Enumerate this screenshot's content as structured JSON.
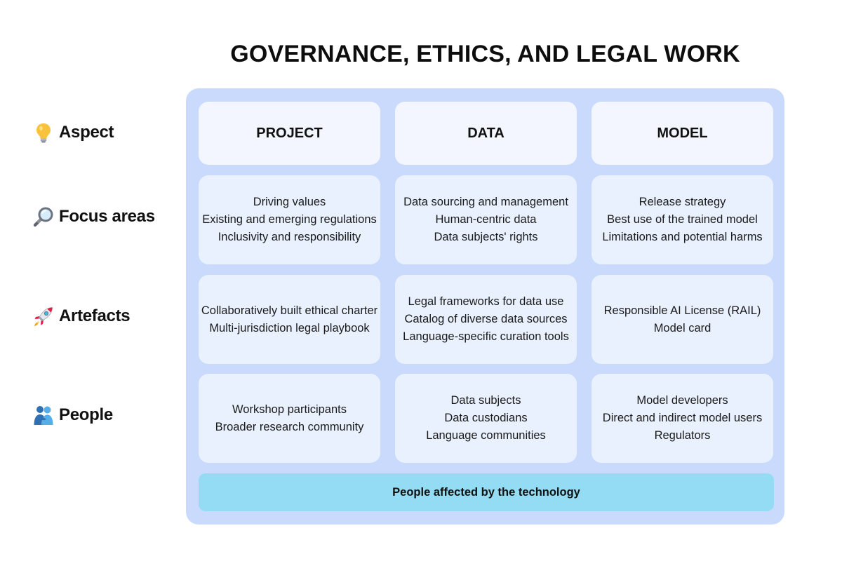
{
  "title": "GOVERNANCE, ETHICS, AND LEGAL WORK",
  "rows": [
    {
      "label": "Aspect",
      "icon": "lightbulb-icon"
    },
    {
      "label": "Focus areas",
      "icon": "magnifying-glass-icon"
    },
    {
      "label": "Artefacts",
      "icon": "rocket-icon"
    },
    {
      "label": "People",
      "icon": "people-hugging-icon"
    }
  ],
  "columns": [
    "PROJECT",
    "DATA",
    "MODEL"
  ],
  "focus_areas": {
    "project": [
      "Driving values",
      "Existing and emerging regulations",
      "Inclusivity and responsibility"
    ],
    "data": [
      "Data sourcing and management",
      "Human-centric data",
      "Data subjects' rights"
    ],
    "model": [
      "Release strategy",
      "Best use of the trained model",
      "Limitations and potential harms"
    ]
  },
  "artefacts": {
    "project": [
      "Collaboratively built ethical charter",
      "Multi-jurisdiction legal playbook"
    ],
    "data": [
      "Legal frameworks for data use",
      "Catalog of diverse data sources",
      "Language-specific curation tools"
    ],
    "model": [
      "Responsible AI License (RAIL)",
      "Model card"
    ]
  },
  "people": {
    "project": [
      "Workshop participants",
      "Broader research community"
    ],
    "data": [
      "Data subjects",
      "Data custodians",
      "Language communities"
    ],
    "model": [
      "Model developers",
      "Direct and indirect model users",
      "Regulators"
    ]
  },
  "footer": "People affected by the technology",
  "colors": {
    "panel": "#c9dafd",
    "cell": "#e9f0fe",
    "header_cell": "#f3f6fe",
    "footer": "#93dcf4"
  }
}
